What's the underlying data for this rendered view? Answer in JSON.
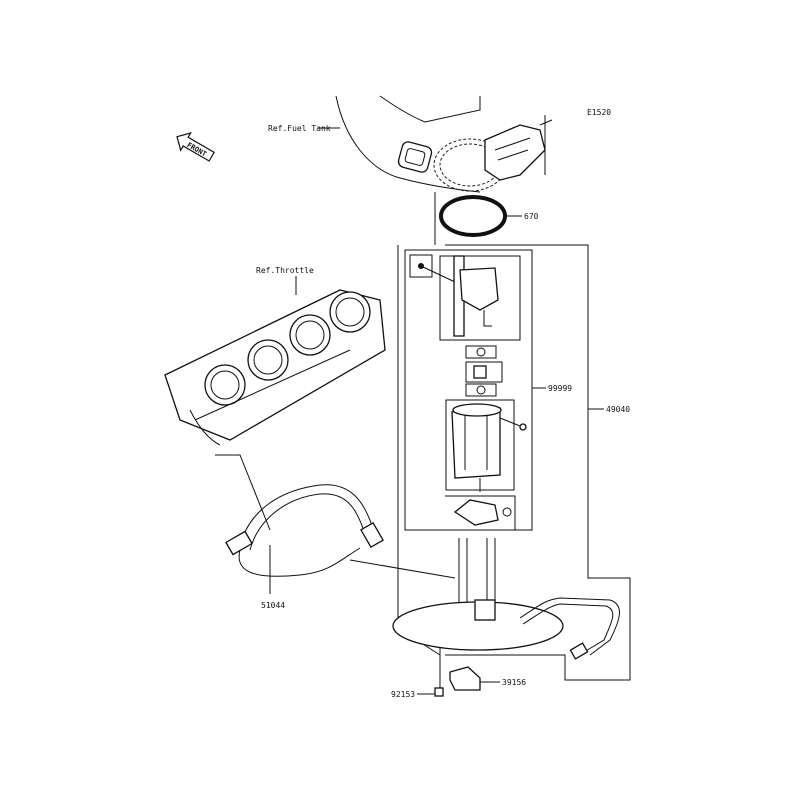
{
  "diagram": {
    "code": "E1520",
    "front_label": "FRONT",
    "refs": {
      "fuel_tank": "Ref.Fuel Tank",
      "throttle": "Ref.Throttle"
    },
    "parts": [
      {
        "number": "670",
        "name": "o-ring"
      },
      {
        "number": "99999",
        "name": "pump-subassembly"
      },
      {
        "number": "49040",
        "name": "fuel-pump-assembly"
      },
      {
        "number": "51044",
        "name": "fuel-hose"
      },
      {
        "number": "92153",
        "name": "bolt"
      },
      {
        "number": "39156",
        "name": "pad"
      }
    ]
  }
}
